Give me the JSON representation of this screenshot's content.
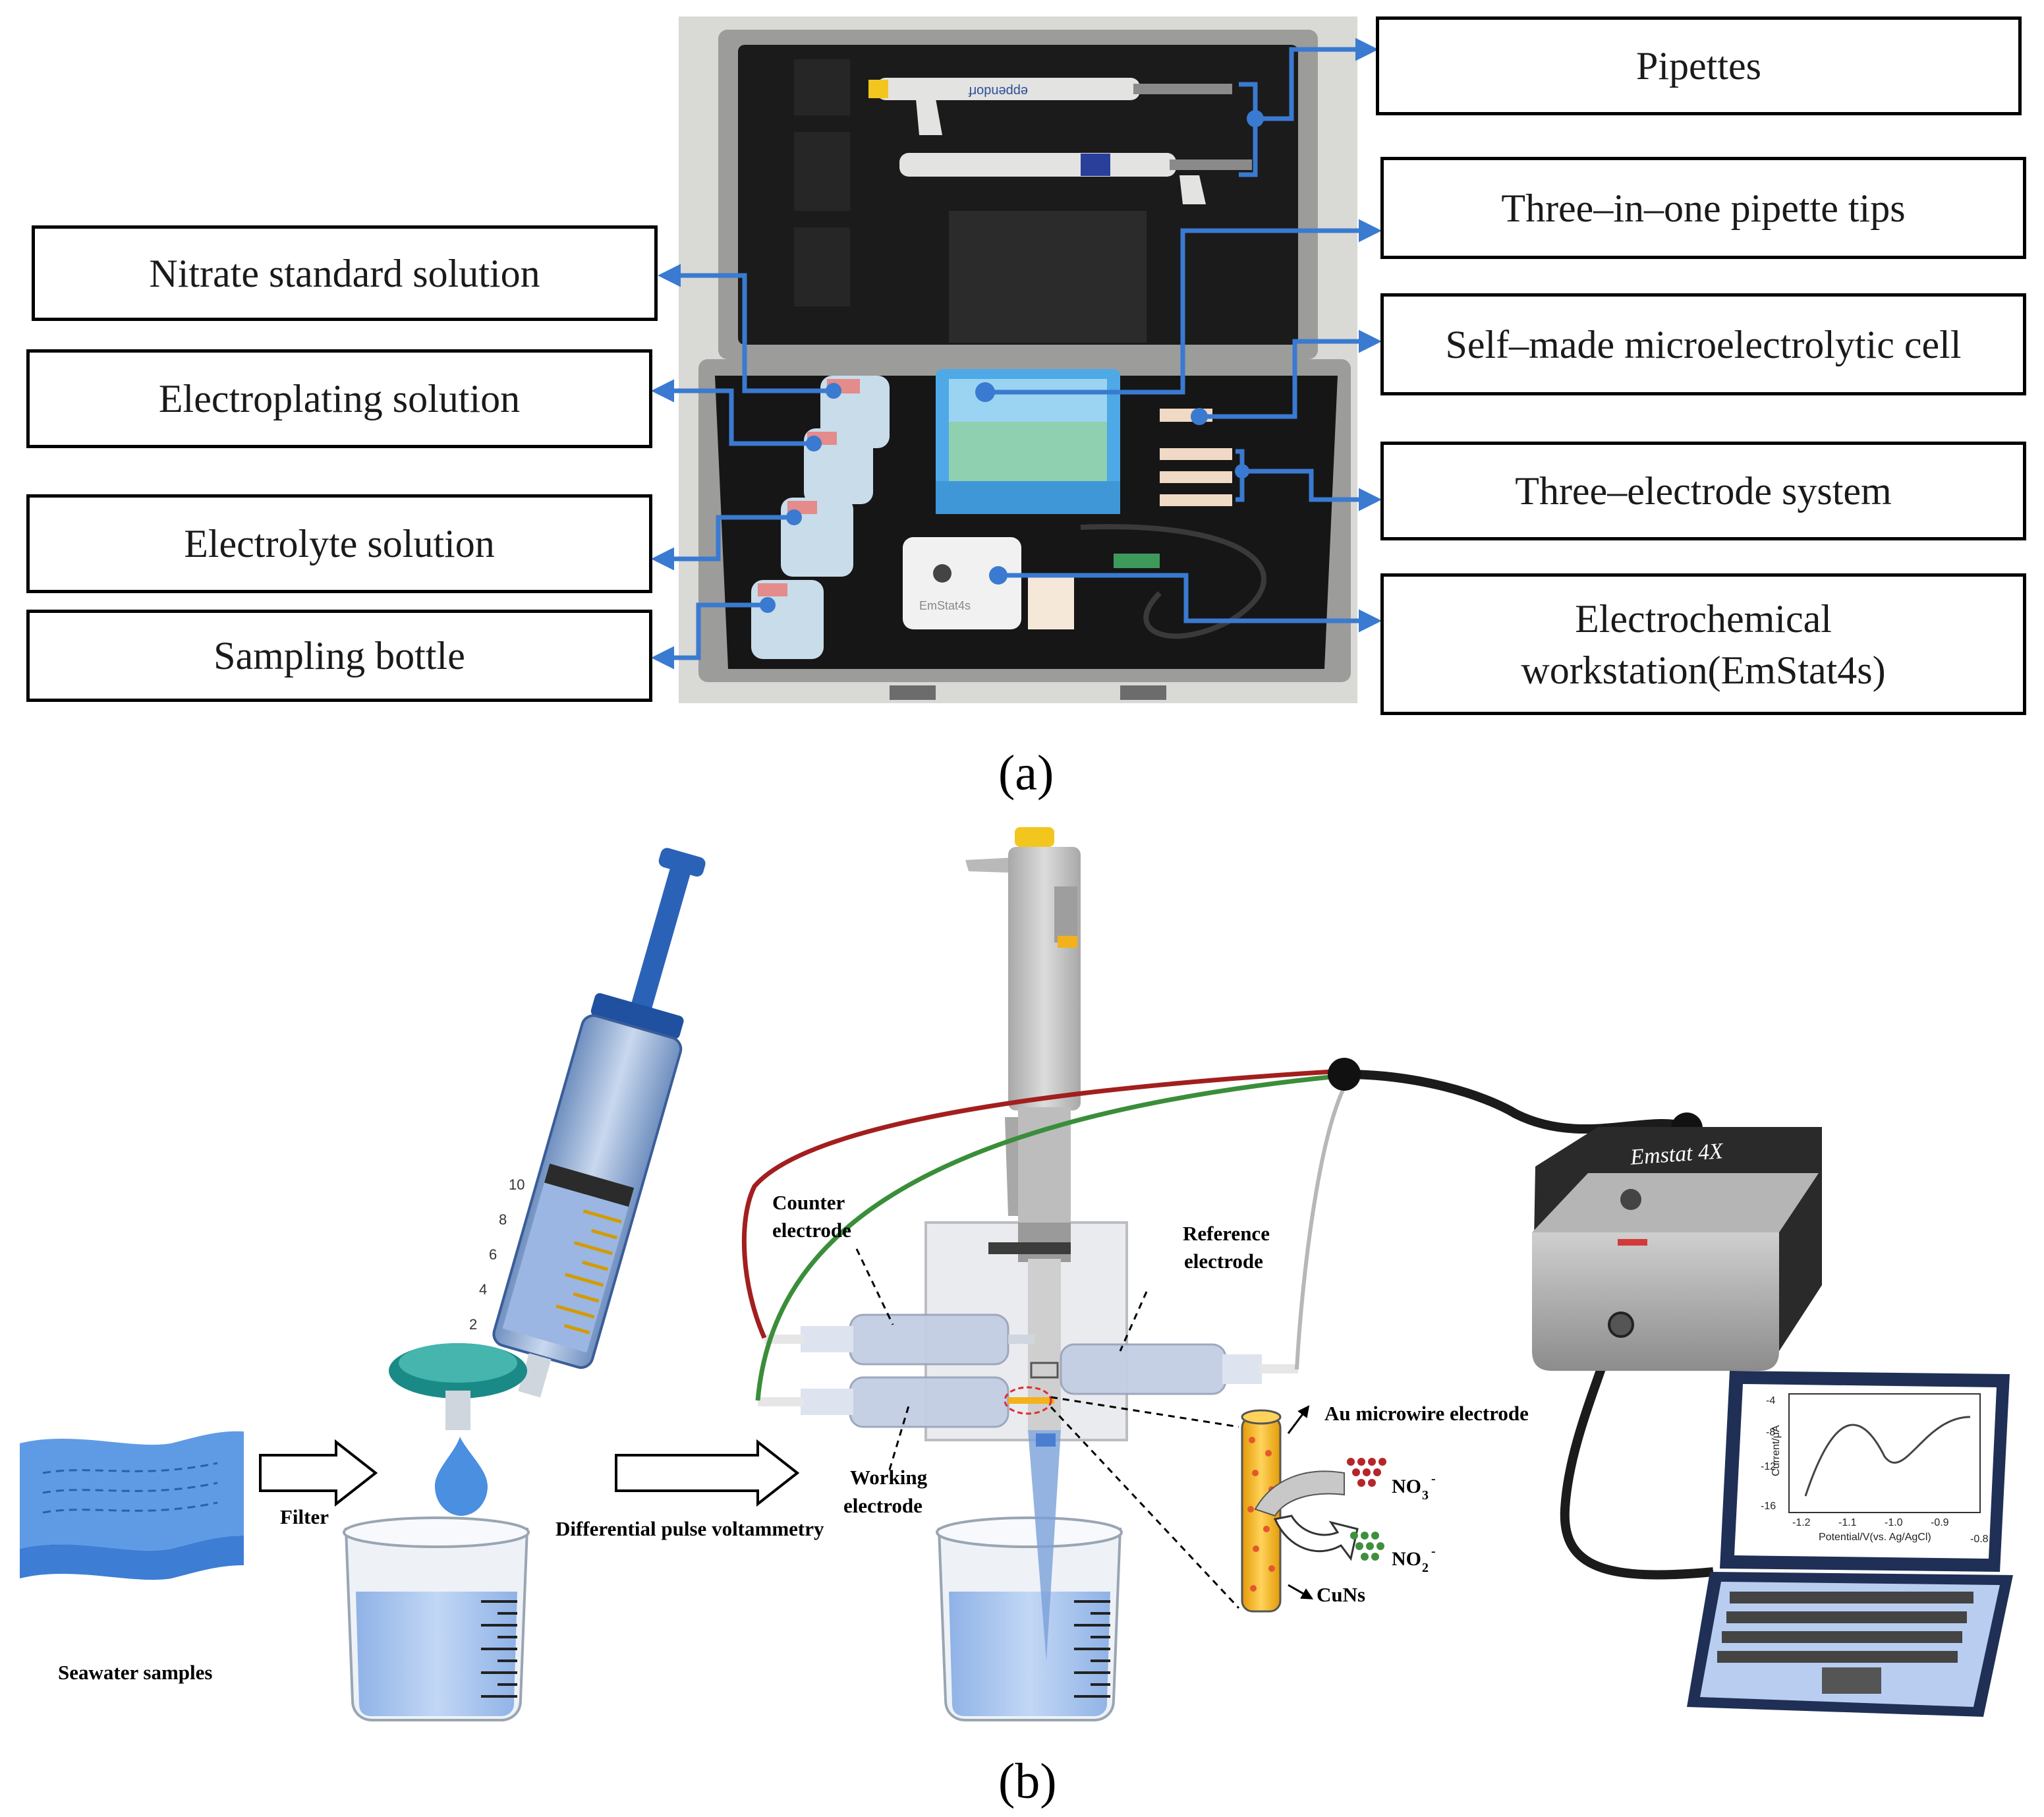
{
  "panel_a": {
    "label": "(a)",
    "left_labels": [
      "Nitrate standard solution",
      "Electroplating solution",
      "Electrolyte solution",
      "Sampling bottle"
    ],
    "right_labels": [
      "Pipettes",
      "Three–in–one pipette tips",
      "Self–made microelectrolytic cell",
      "Three–electrode system",
      "Electrochemical workstation(EmStat4s)"
    ],
    "pipette_brand": "eppendorf",
    "device_brand": "EmStat4s"
  },
  "panel_b": {
    "label": "(b)",
    "seawater": "Seawater samples",
    "filter": "Filter",
    "dpv": "Differential pulse voltammetry",
    "counter_1": "Counter",
    "counter_2": "electrode",
    "reference_1": "Reference",
    "reference_2": "electrode",
    "working_1": "Working",
    "working_2": "electrode",
    "au": "Au microwire electrode",
    "no3": "NO",
    "no3_sub": "3",
    "no3_sup": "-",
    "no2": "NO",
    "no2_sub": "2",
    "no2_sup": "-",
    "cuns": "CuNs",
    "emstat": "Emstat 4X",
    "plot_xlabel": "Potential/V(vs. Ag/AgCl)",
    "plot_ylabel": "Current/μA",
    "plot_xticks": [
      "-1.2",
      "-1.1",
      "-1.0",
      "-0.9",
      "-0.8"
    ],
    "plot_yticks": [
      "-4",
      "-8",
      "-12",
      "-16"
    ],
    "syringe_marks": [
      "10",
      "8",
      "6",
      "4",
      "2"
    ]
  },
  "colors": {
    "arrow_blue": "#3a7ad0",
    "syringe_blue": "#2a62b8",
    "filter_teal": "#1a8a86",
    "water_blue": "#a9c6ee",
    "wire_red": "#a31e1e",
    "wire_green": "#3a8e3a",
    "gold": "#f2b11a",
    "case_black": "#1b1b1b"
  }
}
